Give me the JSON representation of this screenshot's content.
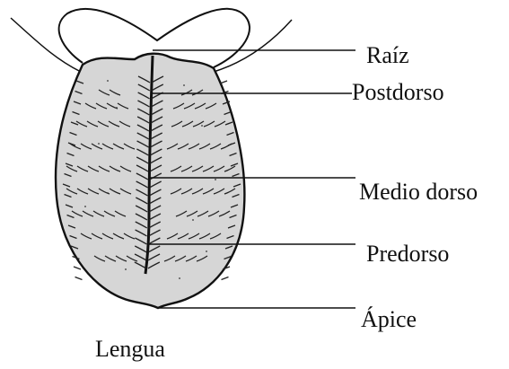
{
  "diagram": {
    "caption": "Lengua",
    "labels": {
      "raiz": "Raíz",
      "postdorso": "Postdorso",
      "medio_dorso": "Medio dorso",
      "predorso": "Predorso",
      "apice": "Ápice"
    },
    "colors": {
      "tongue_fill": "#d6d6d6",
      "ink": "#111111",
      "background": "#ffffff"
    }
  }
}
